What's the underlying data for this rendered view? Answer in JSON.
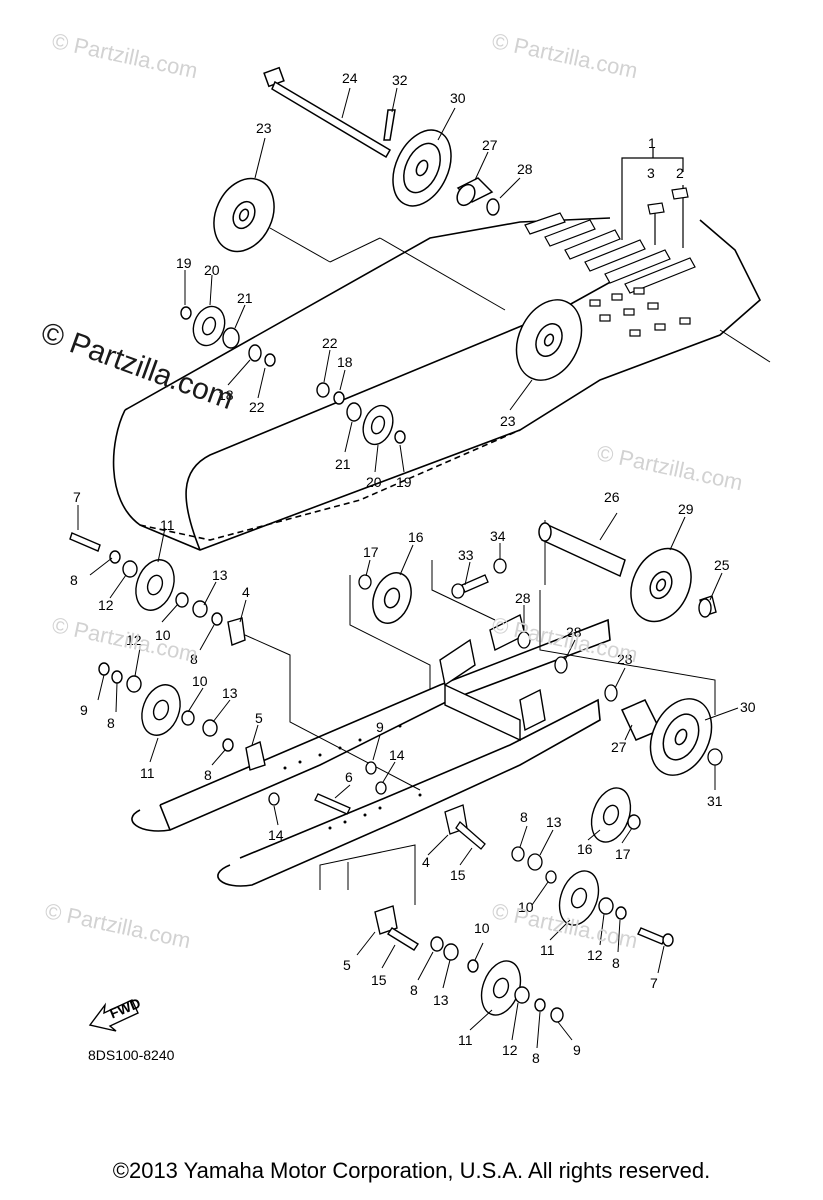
{
  "watermarks": [
    "© Partzilla.com",
    "© Partzilla.com",
    "© Partzilla.com",
    "© Partzilla.com",
    "© Partzilla.com",
    "© Partzilla.com",
    "© Partzilla.com"
  ],
  "main_watermark": "© Partzilla.com",
  "diagram_code": "8DS100-8240",
  "fwd_label": "FWD",
  "copyright": "©2013  Yamaha Motor Corporation, U.S.A. All rights reserved.",
  "callouts": [
    "24",
    "32",
    "30",
    "23",
    "27",
    "28",
    "1",
    "3",
    "2",
    "19",
    "20",
    "21",
    "22",
    "18",
    "18",
    "22",
    "23",
    "21",
    "20",
    "19",
    "7",
    "11",
    "8",
    "12",
    "10",
    "13",
    "4",
    "8",
    "16",
    "17",
    "26",
    "29",
    "33",
    "34",
    "25",
    "28",
    "28",
    "28",
    "12",
    "10",
    "13",
    "9",
    "8",
    "11",
    "5",
    "8",
    "9",
    "14",
    "6",
    "14",
    "30",
    "27",
    "31",
    "8",
    "13",
    "16",
    "17",
    "4",
    "15",
    "10",
    "11",
    "12",
    "8",
    "7",
    "5",
    "15",
    "8",
    "13",
    "10",
    "11",
    "12",
    "8",
    "9"
  ]
}
